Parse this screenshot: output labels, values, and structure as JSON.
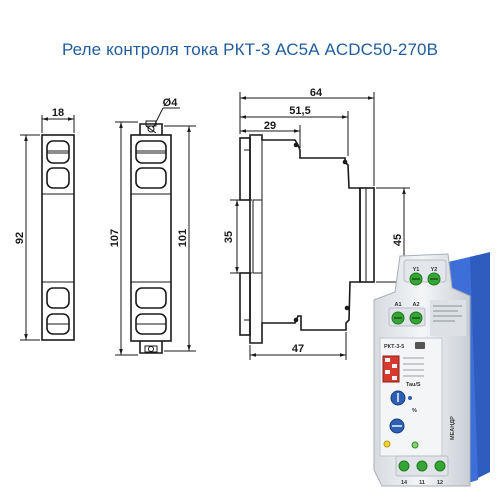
{
  "title": "Реле контроля тока РКТ-3 АС5А ACDC50-270B",
  "dimensions": {
    "front_width": "18",
    "front_height": "92",
    "rear_hole": "Ø4",
    "rear_height_total": "107",
    "rear_height_inner": "101",
    "side_width_total": "64",
    "side_width_mid": "51,5",
    "side_width_small": "29",
    "side_rail": "35",
    "side_height_step": "45",
    "side_bottom": "47"
  },
  "device": {
    "top_terminals": [
      "Y1",
      "Y2"
    ],
    "mid_terminals": [
      "A1",
      "A2"
    ],
    "model_label": "РКТ-3-5",
    "knob_labels": [
      "Tau/S",
      "%"
    ],
    "bottom_terminals": [
      "14",
      "11",
      "12"
    ],
    "brand": "МЕАНДР",
    "colors": {
      "housing": "#e9ecef",
      "terminal": "#35a535",
      "dip": "#d63a2f",
      "knob": "#2d5fb4",
      "rail": "#3e6fd8"
    }
  }
}
